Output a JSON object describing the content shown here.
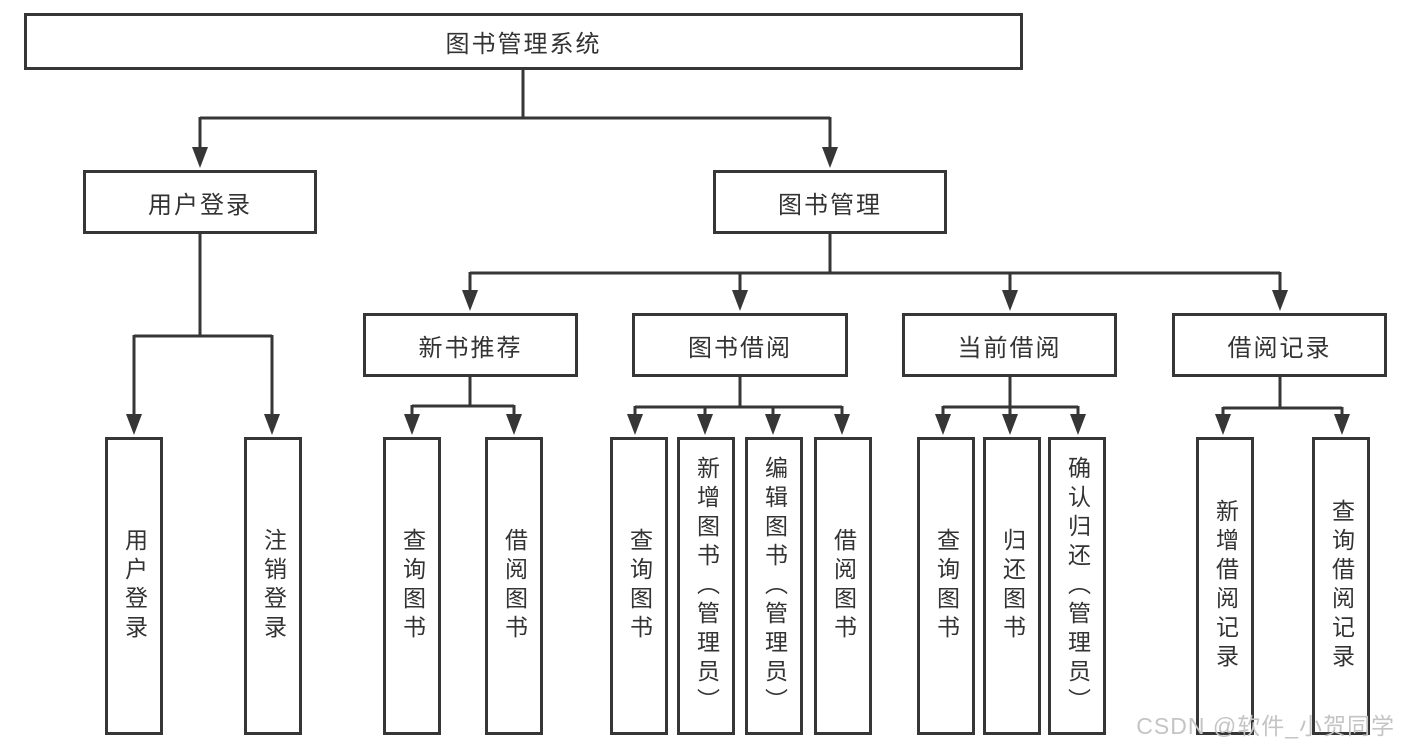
{
  "diagram": {
    "root_label": "图书管理系统",
    "level2": [
      {
        "label": "用户登录",
        "leaves": [
          "用户登录",
          "注销登录"
        ]
      },
      {
        "label": "图书管理"
      }
    ],
    "groups": [
      {
        "label": "新书推荐",
        "leaves": [
          "查询图书",
          "借阅图书"
        ]
      },
      {
        "label": "图书借阅",
        "leaves": [
          "查询图书",
          "新增图书（管理员）",
          "编辑图书（管理员）",
          "借阅图书"
        ]
      },
      {
        "label": "当前借阅",
        "leaves": [
          "查询图书",
          "归还图书",
          "确认归还（管理员）"
        ]
      },
      {
        "label": "借阅记录",
        "leaves": [
          "新增借阅记录",
          "查询借阅记录"
        ]
      }
    ],
    "watermark": "CSDN @软件_小贺同学",
    "colors": {
      "line": "#363636",
      "box_border": "#363636",
      "text": "#333333",
      "watermark": "#c4c4c4",
      "background": "#ffffff"
    }
  }
}
